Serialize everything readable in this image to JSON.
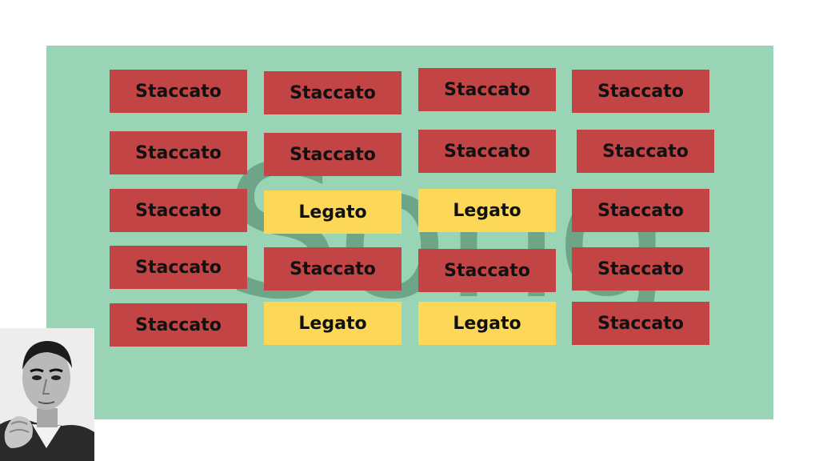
{
  "watermark": "Song",
  "tiles": [
    {
      "label": "Staccato",
      "kind": "staccato"
    },
    {
      "label": "Staccato",
      "kind": "staccato"
    },
    {
      "label": "Staccato",
      "kind": "staccato"
    },
    {
      "label": "Staccato",
      "kind": "staccato"
    },
    {
      "label": "Staccato",
      "kind": "staccato"
    },
    {
      "label": "Staccato",
      "kind": "staccato"
    },
    {
      "label": "Staccato",
      "kind": "staccato"
    },
    {
      "label": "Staccato",
      "kind": "staccato"
    },
    {
      "label": "Staccato",
      "kind": "staccato"
    },
    {
      "label": "Legato",
      "kind": "legato"
    },
    {
      "label": "Legato",
      "kind": "legato"
    },
    {
      "label": "Staccato",
      "kind": "staccato"
    },
    {
      "label": "Staccato",
      "kind": "staccato"
    },
    {
      "label": "Staccato",
      "kind": "staccato"
    },
    {
      "label": "Staccato",
      "kind": "staccato"
    },
    {
      "label": "Staccato",
      "kind": "staccato"
    },
    {
      "label": "Staccato",
      "kind": "staccato"
    },
    {
      "label": "Legato",
      "kind": "legato"
    },
    {
      "label": "Legato",
      "kind": "legato"
    },
    {
      "label": "Staccato",
      "kind": "staccato"
    }
  ],
  "colors": {
    "board": "#98d4b5",
    "staccato": "#c24444",
    "legato": "#fdd858",
    "watermark": "#6ea487"
  },
  "portrait": {
    "icon": "person-photo-icon"
  }
}
